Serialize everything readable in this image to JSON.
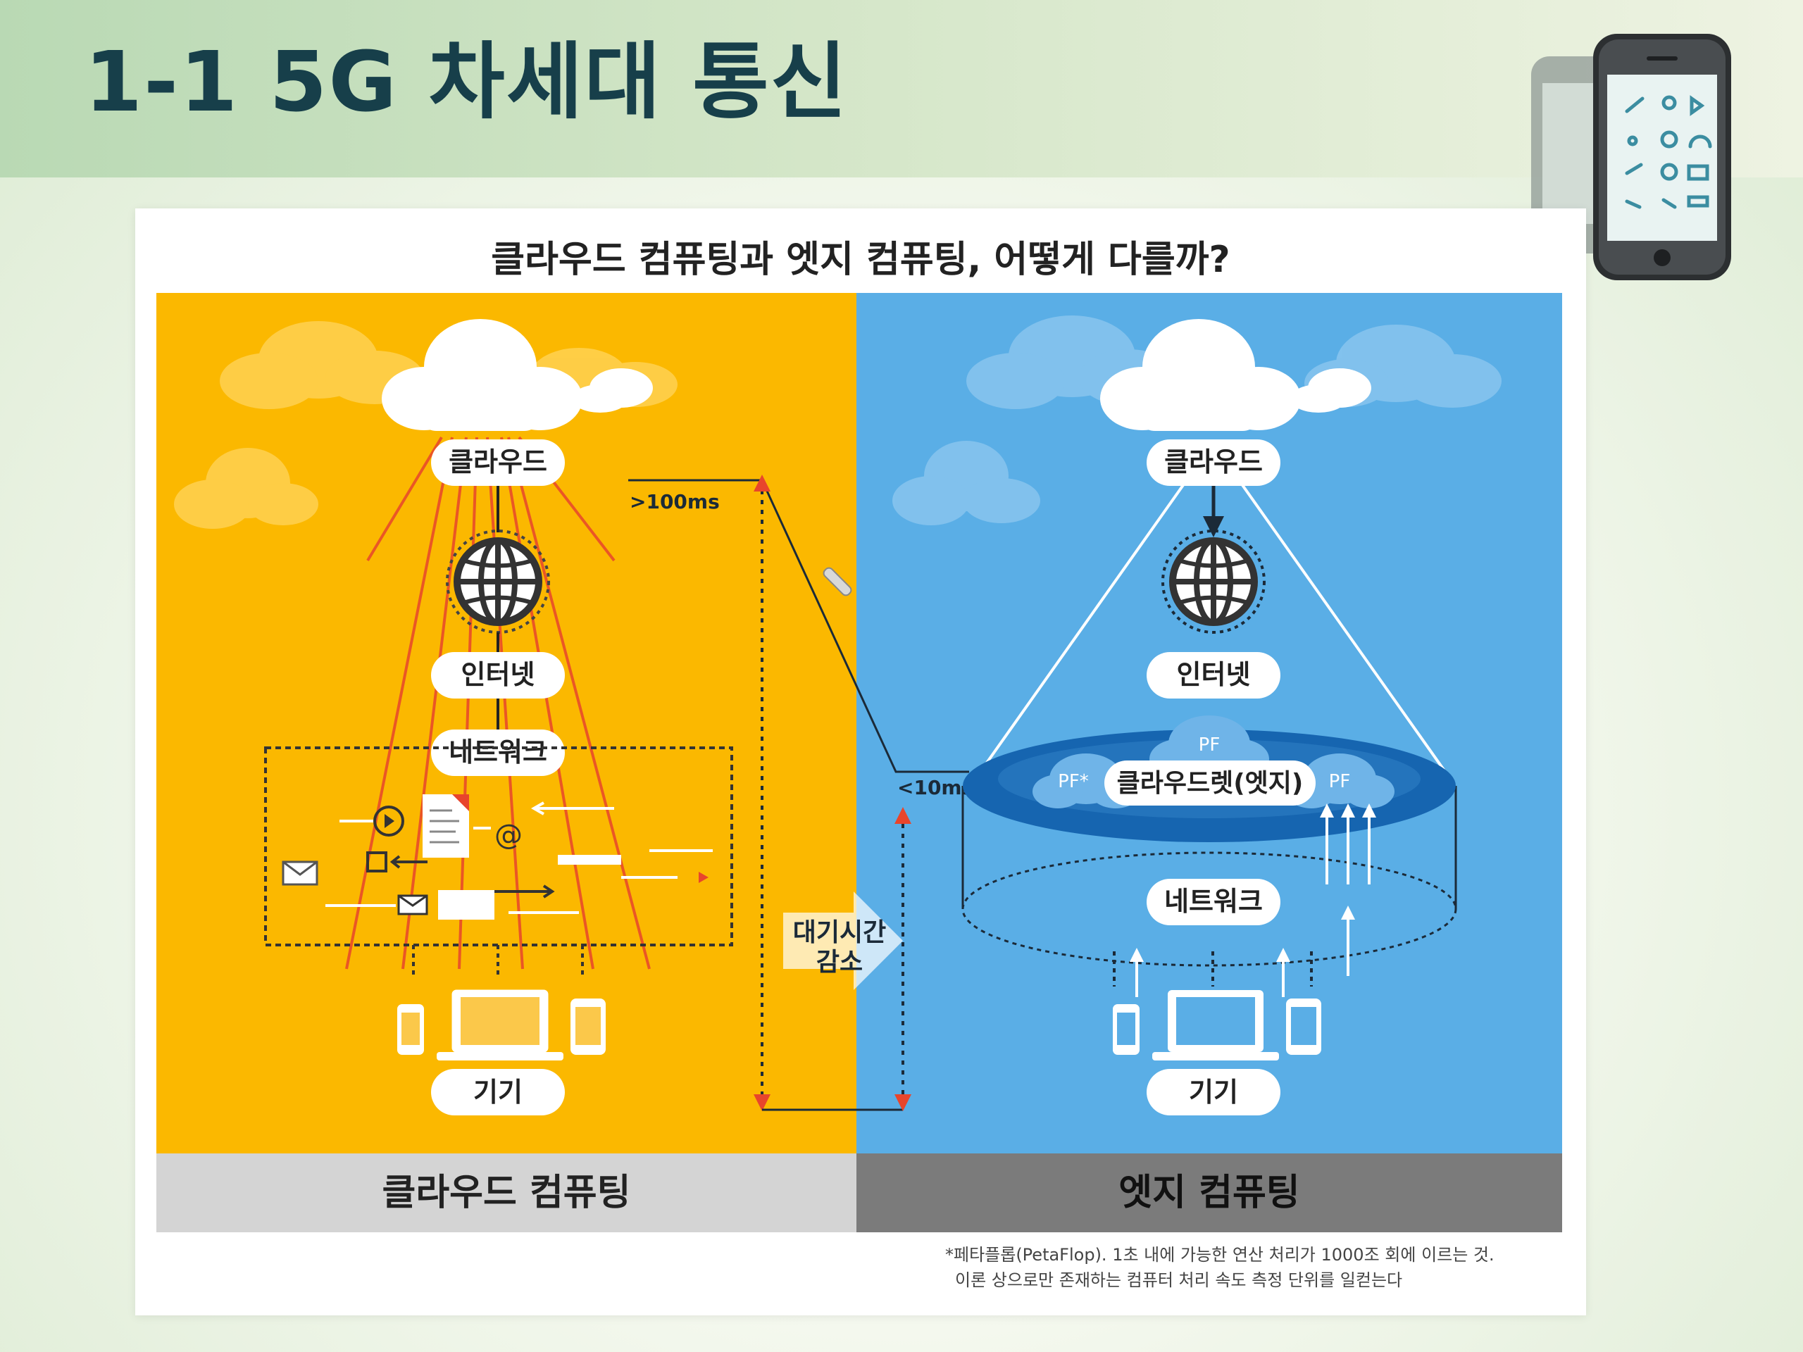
{
  "slide": {
    "title": "1-1 5G 차세대 통신"
  },
  "card": {
    "title": "클라우드 컴퓨팅과 엣지 컴퓨팅, 어떻게 다를까?",
    "footnote_line1": "*페타플롭(PetaFlop). 1초 내에 가능한 연산 처리가 1000조 회에 이르는 것.",
    "footnote_line2": "이론 상으로만 존재하는 컴퓨터 처리 속도 측정 단위를 일컫는다"
  },
  "diagram": {
    "left_panel": {
      "caption": "클라우드 컴퓨팅",
      "cloud_label": "클라우드",
      "internet_label": "인터넷",
      "network_label": "네트워크",
      "device_label": "기기"
    },
    "right_panel": {
      "caption": "엣지 컴퓨팅",
      "cloud_label": "클라우드",
      "internet_label": "인터넷",
      "cloudlet_label": "클라우드렛(엣지)",
      "network_label": "네트워크",
      "device_label": "기기",
      "pf_top": "PF",
      "pf_left": "PF*",
      "pf_right": "PF"
    },
    "latency": {
      "cloud_latency": ">100ms",
      "edge_latency": "<10ms",
      "reduction_line1": "대기시간",
      "reduction_line2": "감소"
    },
    "colors": {
      "cloud_bg": "#fbb800",
      "edge_bg": "#5aaee6",
      "cloud_caption_bg": "#d4d4d4",
      "edge_caption_bg": "#7b7b7b",
      "accent_red": "#e8452c",
      "edge_dark": "#1665b0"
    }
  }
}
